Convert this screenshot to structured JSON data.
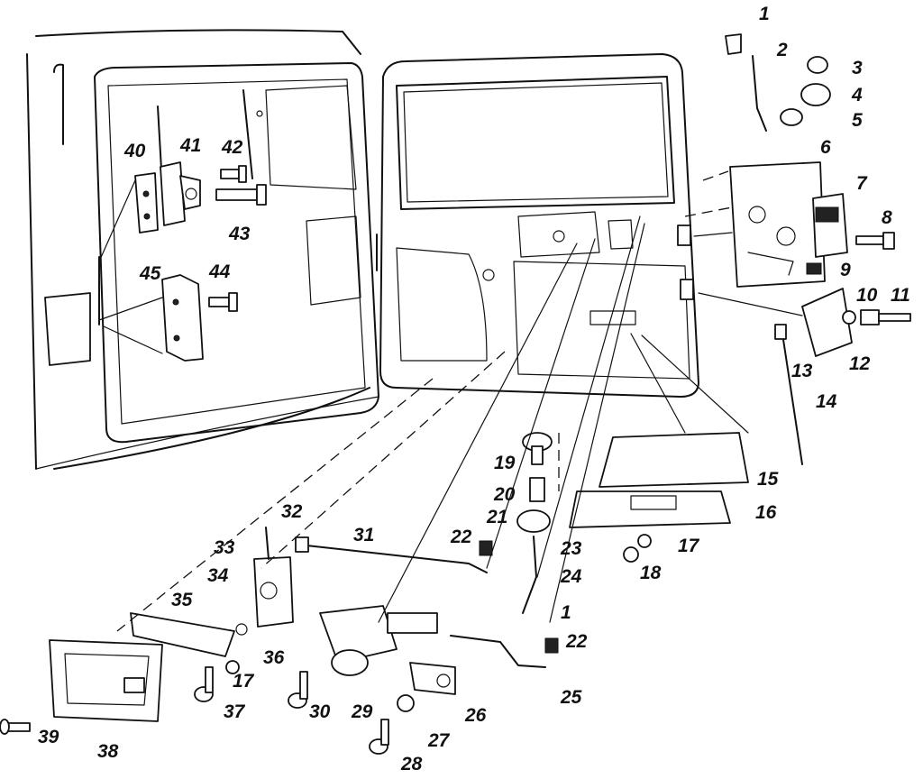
{
  "labels": [
    "1",
    "2",
    "3",
    "4",
    "5",
    "6",
    "7",
    "8",
    "9",
    "10",
    "11",
    "12",
    "13",
    "14",
    "15",
    "16",
    "17",
    "18",
    "19",
    "20",
    "21",
    "22",
    "23",
    "24",
    "25",
    "26",
    "27",
    "28",
    "29",
    "30",
    "31",
    "32",
    "33",
    "34",
    "35",
    "36",
    "37",
    "38",
    "39",
    "40",
    "41",
    "42",
    "43",
    "44",
    "45",
    "1",
    "17",
    "22"
  ],
  "colors": {
    "ink": "#111111",
    "paper": "#ffffff"
  }
}
